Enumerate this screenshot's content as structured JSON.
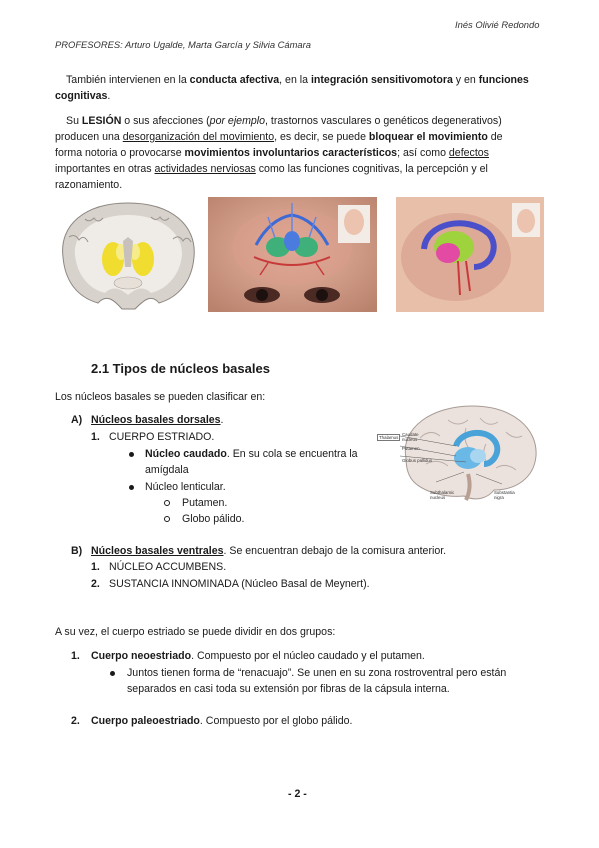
{
  "header": {
    "author": "Inés Olivié Redondo",
    "professors": "PROFESORES: Arturo Ugalde, Marta García y Silvia Cámara"
  },
  "intro": {
    "p1_a": "También intervienen en la ",
    "p1_b": "conducta afectiva",
    "p1_c": ", en la ",
    "p1_d": "integración sensitivomotora",
    "p1_e": " y en ",
    "p1_f": "funciones",
    "p1_g": "cognitivas",
    "p1_h": ".",
    "p2_l1_a": "Su ",
    "p2_l1_b": "LESIÓN",
    "p2_l1_c": " o sus afecciones (",
    "p2_l1_d": "por ejemplo",
    "p2_l1_e": ", trastornos vasculares o genéticos degenerativos)",
    "p2_l2_a": "producen una ",
    "p2_l2_b": "desorganización del movimiento",
    "p2_l2_c": ", es decir, se puede ",
    "p2_l2_d": "bloquear el movimiento",
    "p2_l2_e": " de",
    "p2_l3_a": "forma notoria o provocarse ",
    "p2_l3_b": "movimientos involuntarios característicos",
    "p2_l3_c": "; así como ",
    "p2_l3_d": "defectos",
    "p2_l4_a": "importantes en otras ",
    "p2_l4_b": "actividades nerviosas",
    "p2_l4_c": " como las funciones cognitivas, la percepción y el",
    "p2_l5": "razonamiento."
  },
  "section": {
    "title": "2.1 Tipos de núcleos basales",
    "lead": "Los núcleos basales se pueden clasificar en:",
    "a_marker": "A)",
    "a_title": "Núcleos basales dorsales",
    "a_dot": ".",
    "a1_marker": "1.",
    "a1_text": "CUERPO ESTRIADO.",
    "caudado_b": "Núcleo caudado",
    "caudado_r": ". En su cola se encuentra la",
    "caudado_l2": "amígdala",
    "lenticular": "Núcleo lenticular.",
    "putamen_marker": "o",
    "putamen": "Putamen.",
    "globo_marker": "o",
    "globo": "Globo pálido.",
    "b_marker": "B)",
    "b_title": "Núcleos basales ventrales",
    "b_rest": ". Se encuentran debajo de la comisura anterior.",
    "b1_marker": "1.",
    "b1_text": "NÚCLEO ACCUMBENS.",
    "b2_marker": "2.",
    "b2_text": "SUSTANCIA INNOMINADA (Núcleo Basal de Meynert)."
  },
  "groups": {
    "lead": "A su vez, el cuerpo estriado se puede dividir en dos grupos:",
    "g1_marker": "1.",
    "g1_title": "Cuerpo neoestriado",
    "g1_rest": ". Compuesto por el núcleo caudado y el putamen.",
    "g1_b1_l1": "Juntos tienen forma de “renacuajo”. Se unen en su zona rostroventral pero están",
    "g1_b1_l2": "separados en casi toda su extensión por fibras de la cápsula interna.",
    "g2_marker": "2.",
    "g2_title": "Cuerpo paleoestriado",
    "g2_rest": ". Compuesto por el globo pálido."
  },
  "figure_labels": {
    "caudate": "Caudate nucleus",
    "putamen": "Putamen",
    "globus": "Globus pallidus",
    "thalamus": "Thalamus",
    "subthalamic": "Subthalamic nucleus",
    "nigra": "Substantia nigra"
  },
  "footer": {
    "page": "- 2 -"
  },
  "colors": {
    "text": "#1a1a1a",
    "caudate_blue": "#4aa3d8",
    "brain_pink": "#e9c7bd",
    "basal_yellow": "#f2e14a"
  }
}
